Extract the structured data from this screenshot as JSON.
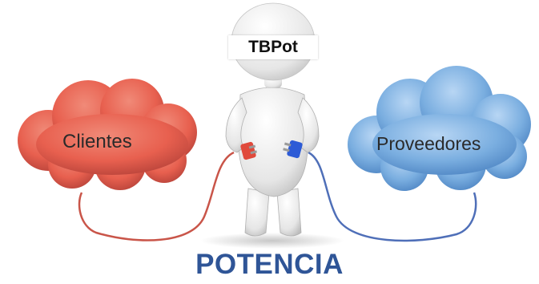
{
  "figure": {
    "tag": "TBPot",
    "left_cloud": "Clientes",
    "right_cloud": "Proveedores",
    "caption": "POTENCIA"
  },
  "colors": {
    "left_cloud": "#e8604f",
    "right_cloud": "#7aaee0",
    "left_cable": "#c95549",
    "right_cable": "#4f6fb8",
    "caption": "#2f5597"
  },
  "icons": [
    "person-figure",
    "red-plug-icon",
    "blue-plug-icon"
  ]
}
